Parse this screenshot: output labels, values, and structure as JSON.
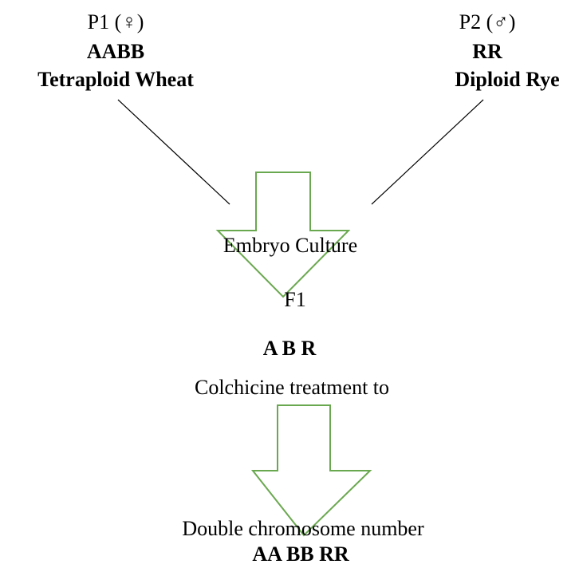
{
  "parent1": {
    "label": "P1 (♀)",
    "genome": "AABB",
    "name": "Tetraploid Wheat"
  },
  "parent2": {
    "label": "P2 (♂)",
    "genome": "RR",
    "name": "Diploid Rye"
  },
  "step1": {
    "label": "Embryo Culture"
  },
  "f1": {
    "label": "F1",
    "genome": "A B R"
  },
  "step2": {
    "label": "Colchicine treatment to"
  },
  "result": {
    "label": "Double chromosome number",
    "genome": "AA BB RR"
  },
  "colors": {
    "arrow_stroke": "#6aa84f",
    "line_stroke": "#000000"
  }
}
